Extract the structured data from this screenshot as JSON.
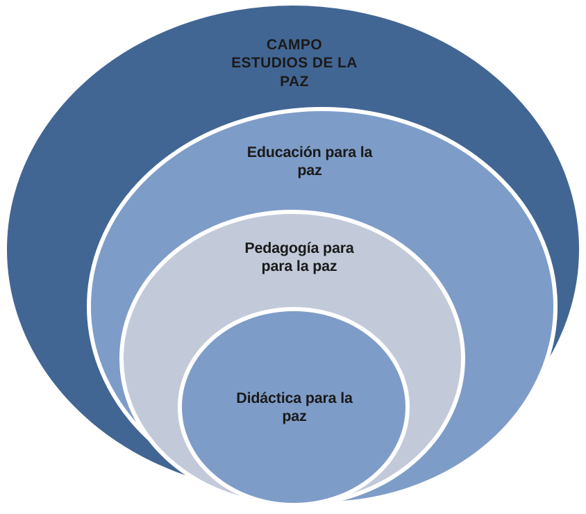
{
  "diagram": {
    "type": "nested-circles",
    "title": "Campo Estudios de la Paz",
    "background_color": "#ffffff",
    "ring_stroke_color": "#ffffff",
    "text_color": "#1a1a1a",
    "rings": [
      {
        "id": "campo-estudios-de-la-paz",
        "label": "CAMPO\nESTUDIOS DE LA\nPAZ",
        "level": 1,
        "fill_color": "#426693"
      },
      {
        "id": "educacion-para-la-paz",
        "label": "Educación para la\npaz",
        "level": 2,
        "fill_color": "#7e9cc8"
      },
      {
        "id": "pedagogia-para-para-la-paz",
        "label": "Pedagogía para\npara la paz",
        "level": 3,
        "fill_color": "#c2cada"
      },
      {
        "id": "didactica-para-la-paz",
        "label": "Didáctica para la\npaz",
        "level": 4,
        "fill_color": "#7e9cc8"
      }
    ]
  }
}
